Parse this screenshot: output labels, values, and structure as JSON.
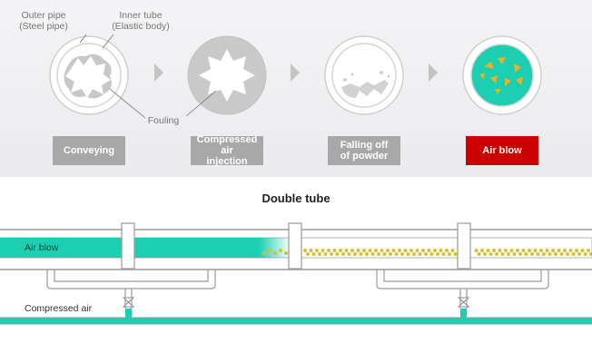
{
  "annotations": {
    "outer_pipe": "Outer pipe\n(Steel pipe)",
    "inner_tube": "Inner tube\n(Elastic body)",
    "fouling": "Fouling"
  },
  "stages": [
    {
      "label": "Conveying",
      "active": false
    },
    {
      "label": "Compressed air\ninjection",
      "active": false
    },
    {
      "label": "Falling off\nof powder",
      "active": false
    },
    {
      "label": "Air blow",
      "active": true
    }
  ],
  "title": "Double tube",
  "pipe_labels": {
    "air_blow": "Air blow",
    "compressed_air": "Compressed air"
  },
  "colors": {
    "active_stage": "#cc0000",
    "inactive_stage": "#a8a8a8",
    "air_teal": "#1ccfb0",
    "powder": "#d8c030",
    "powder_air_blow": "#e6b22a",
    "fouling_gray": "#b0b0b0",
    "background": "#f0f0f3"
  },
  "icons": [
    "chevron-right-icon",
    "chevron-right-icon",
    "chevron-right-icon"
  ]
}
